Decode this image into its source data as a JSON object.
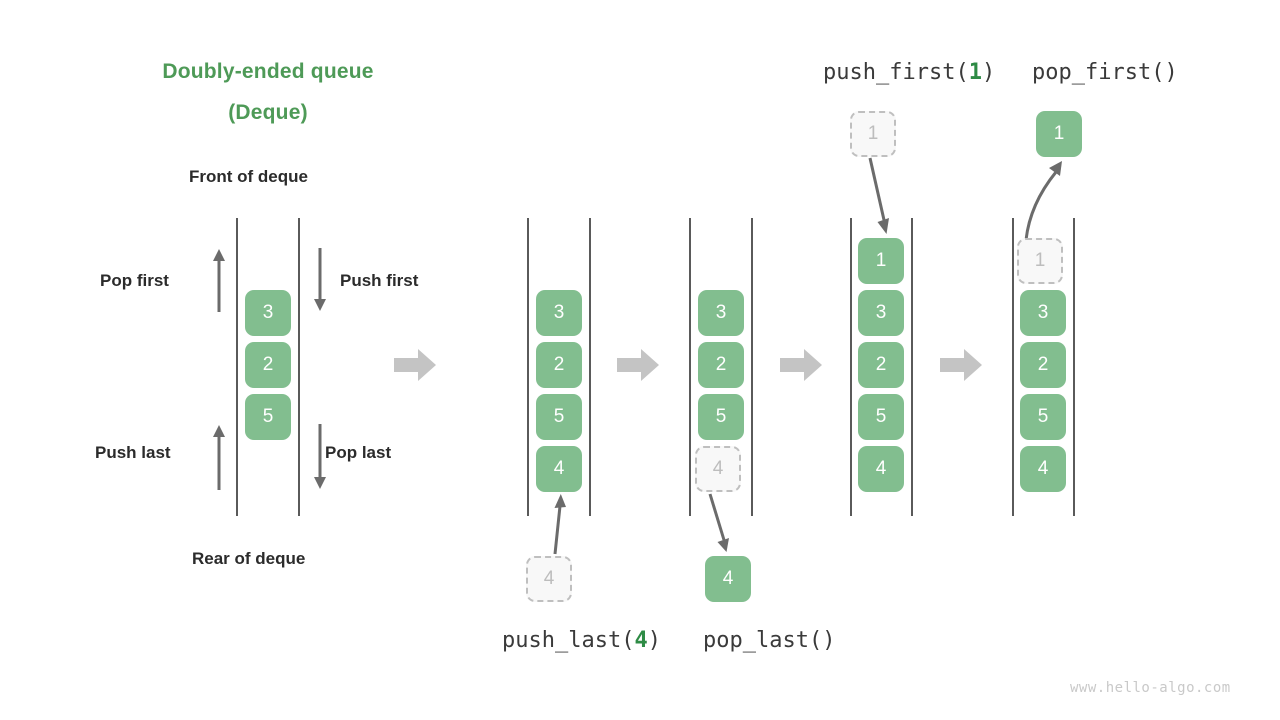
{
  "title": {
    "line1": "Doubly-ended queue",
    "line2": "(Deque)"
  },
  "labels": {
    "front": "Front of deque",
    "rear": "Rear of deque",
    "pop_first": "Pop first",
    "push_first": "Push first",
    "push_last": "Push last",
    "pop_last": "Pop last"
  },
  "operations": {
    "push_first": {
      "name": "push_first(",
      "arg": "1",
      "close": ")"
    },
    "pop_first": {
      "name": "pop_first()",
      "arg": "",
      "close": ""
    },
    "push_last": {
      "name": "push_last(",
      "arg": "4",
      "close": ")"
    },
    "pop_last": {
      "name": "pop_last()",
      "arg": "",
      "close": ""
    }
  },
  "panels": [
    {
      "id": "deque-overview",
      "items": [
        "3",
        "2",
        "5"
      ],
      "floating": []
    },
    {
      "id": "push-last-result",
      "items": [
        "3",
        "2",
        "5",
        "4"
      ],
      "floating": [
        "4"
      ]
    },
    {
      "id": "pop-last-result",
      "items": [
        "3",
        "2",
        "5",
        "4"
      ],
      "floating": [
        "4"
      ]
    },
    {
      "id": "push-first-result",
      "items": [
        "1",
        "3",
        "2",
        "5",
        "4"
      ],
      "floating": [
        "1"
      ]
    },
    {
      "id": "pop-first-result",
      "items": [
        "1",
        "3",
        "2",
        "5",
        "4"
      ],
      "floating": [
        "1"
      ]
    }
  ],
  "nodes": {
    "p1_a": "3",
    "p1_b": "2",
    "p1_c": "5",
    "p2_a": "3",
    "p2_b": "2",
    "p2_c": "5",
    "p2_d": "4",
    "p2_ghost": "4",
    "p3_a": "3",
    "p3_b": "2",
    "p3_c": "5",
    "p3_ghost": "4",
    "p3_out": "4",
    "p4_in": "1",
    "p4_a": "1",
    "p4_b": "3",
    "p4_c": "2",
    "p4_d": "5",
    "p4_e": "4",
    "p5_out": "1",
    "p5_ghost": "1",
    "p5_b": "3",
    "p5_c": "2",
    "p5_d": "5",
    "p5_e": "4"
  },
  "colors": {
    "accent_green": "#4E9A57",
    "node_green": "#82BE8F",
    "ghost_fill": "#F8F8F8",
    "ghost_border": "#BFBFBF",
    "rail": "#5A5A5A",
    "step_arrow": "#C4C4C4",
    "text_dark": "#2B2B2B",
    "watermark": "#C9C9C9"
  },
  "watermark": "www.hello-algo.com"
}
